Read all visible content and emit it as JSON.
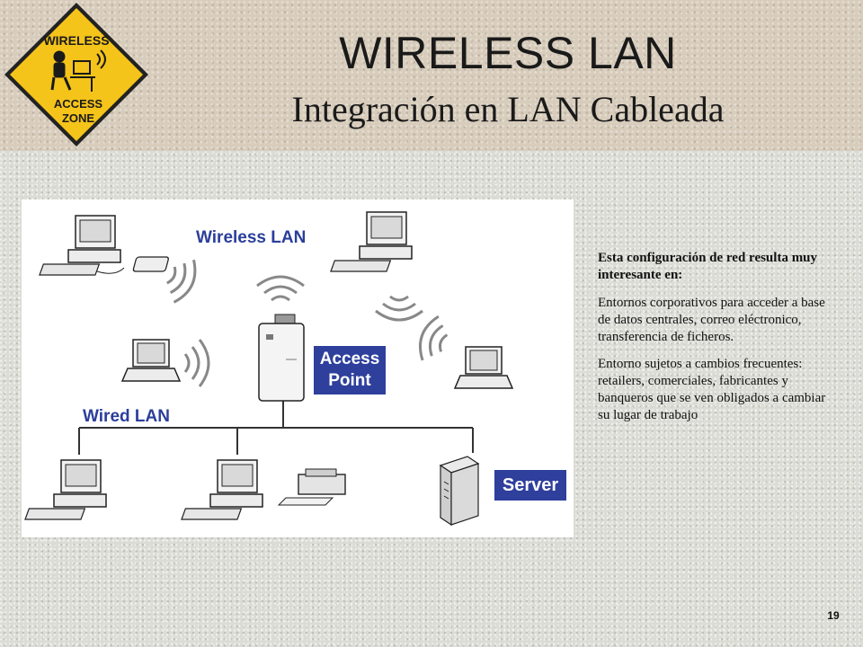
{
  "slide": {
    "title": "WIRELESS LAN",
    "subtitle": "Integración en LAN Cableada",
    "page_number": "19"
  },
  "logo": {
    "line1": "WIRELESS",
    "line2": "ACCESS",
    "line3": "ZONE",
    "colors": {
      "fill": "#f5c41a",
      "border": "#222222",
      "text": "#1a1a1a"
    }
  },
  "diagram": {
    "wireless_label": "Wireless LAN",
    "wired_label": "Wired LAN",
    "access_point_label_1": "Access",
    "access_point_label_2": "Point",
    "server_label": "Server",
    "colors": {
      "label_blue": "#2b3e9a",
      "box_blue": "#2e3f9c",
      "line": "#333333"
    }
  },
  "text": {
    "lead": "Esta configuración de red resulta muy interesante en:",
    "paragraphs": [
      "Entornos corporativos para acceder a base de datos centrales, correo eléctronico, transferencia de ficheros.",
      "Entorno sujetos a cambios frecuentes: retailers, comerciales, fabricantes y banqueros que se ven obligados a cambiar su lugar de trabajo"
    ]
  }
}
